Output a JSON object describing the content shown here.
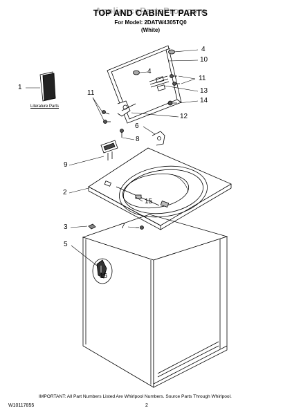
{
  "watermark": "AppliancePartsPros.com",
  "header": {
    "title": "TOP AND CABINET PARTS",
    "model_line": "For Model: 2DATW4305TQ0",
    "color_line": "(White)"
  },
  "literature_label": "Literature Parts",
  "callouts": {
    "c1": "1",
    "c2": "2",
    "c3": "3",
    "c4a": "4",
    "c4b": "4",
    "c5": "5",
    "c6": "6",
    "c7": "7",
    "c8": "8",
    "c9": "9",
    "c10": "10",
    "c11a": "11",
    "c11b": "11",
    "c12": "12",
    "c13": "13",
    "c14": "14",
    "c15": "15",
    "c16": "16"
  },
  "footer": {
    "note": "IMPORTANT: All Part Numbers Listed Are Whirlpool Numbers. Source Parts Through Whirlpool.",
    "doc_code": "W10117855",
    "page_number": "2"
  }
}
